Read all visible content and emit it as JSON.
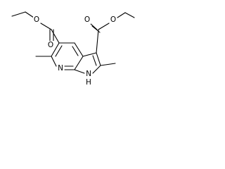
{
  "structure": {
    "atom_labels": {
      "o_ester5_carbonyl": "O",
      "o_ester5_ether": "O",
      "o_ester3_carbonyl": "O",
      "o_ester3_ether": "O",
      "n7": "N",
      "n1h": "N",
      "h1": "H"
    }
  }
}
